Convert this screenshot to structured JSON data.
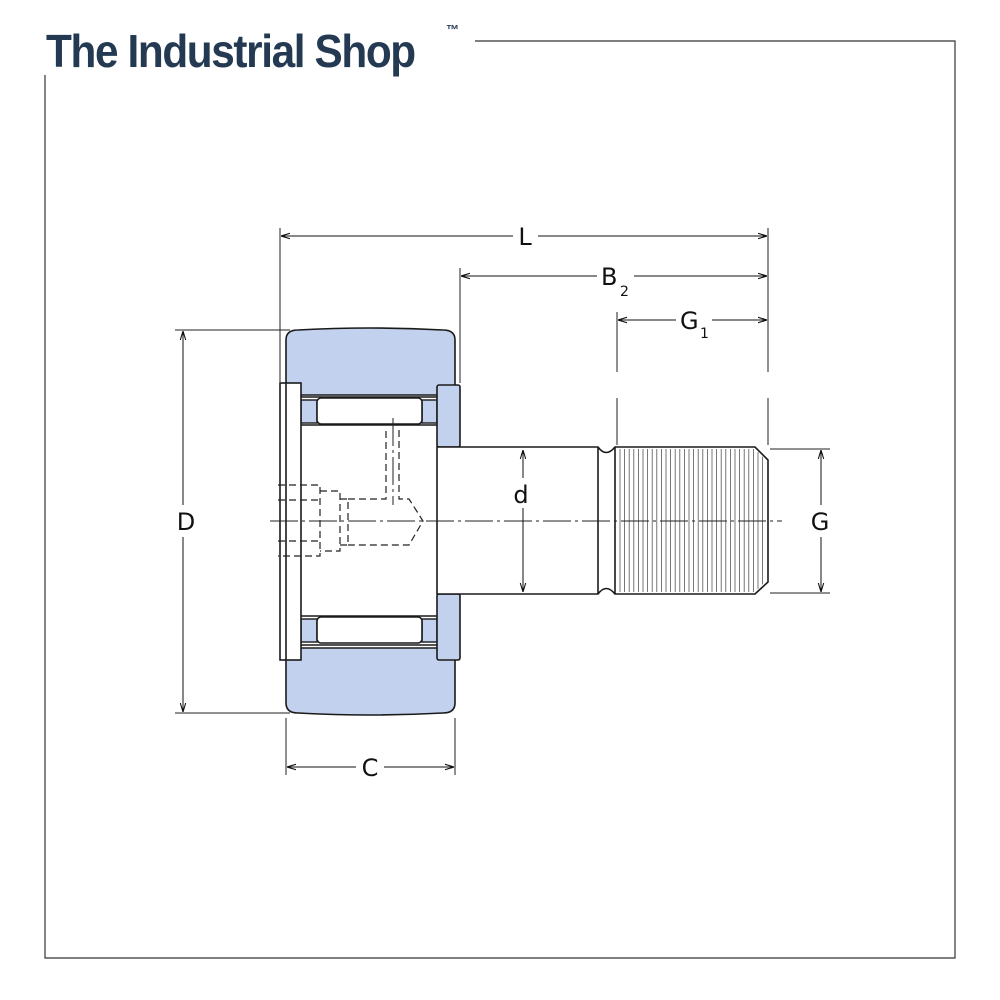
{
  "logo": {
    "name": "The Industrial Shop",
    "trademark": "™"
  },
  "diagram": {
    "colors": {
      "ring": "#c1d1ee",
      "line": "#1a1a1a",
      "frame": "#333333",
      "logo": "#243a52"
    },
    "labels": {
      "L": "L",
      "B2": "B",
      "B2_sub": "2",
      "G1": "G",
      "G1_sub": "1",
      "D": "D",
      "C": "C",
      "d": "d",
      "G": "G"
    }
  }
}
